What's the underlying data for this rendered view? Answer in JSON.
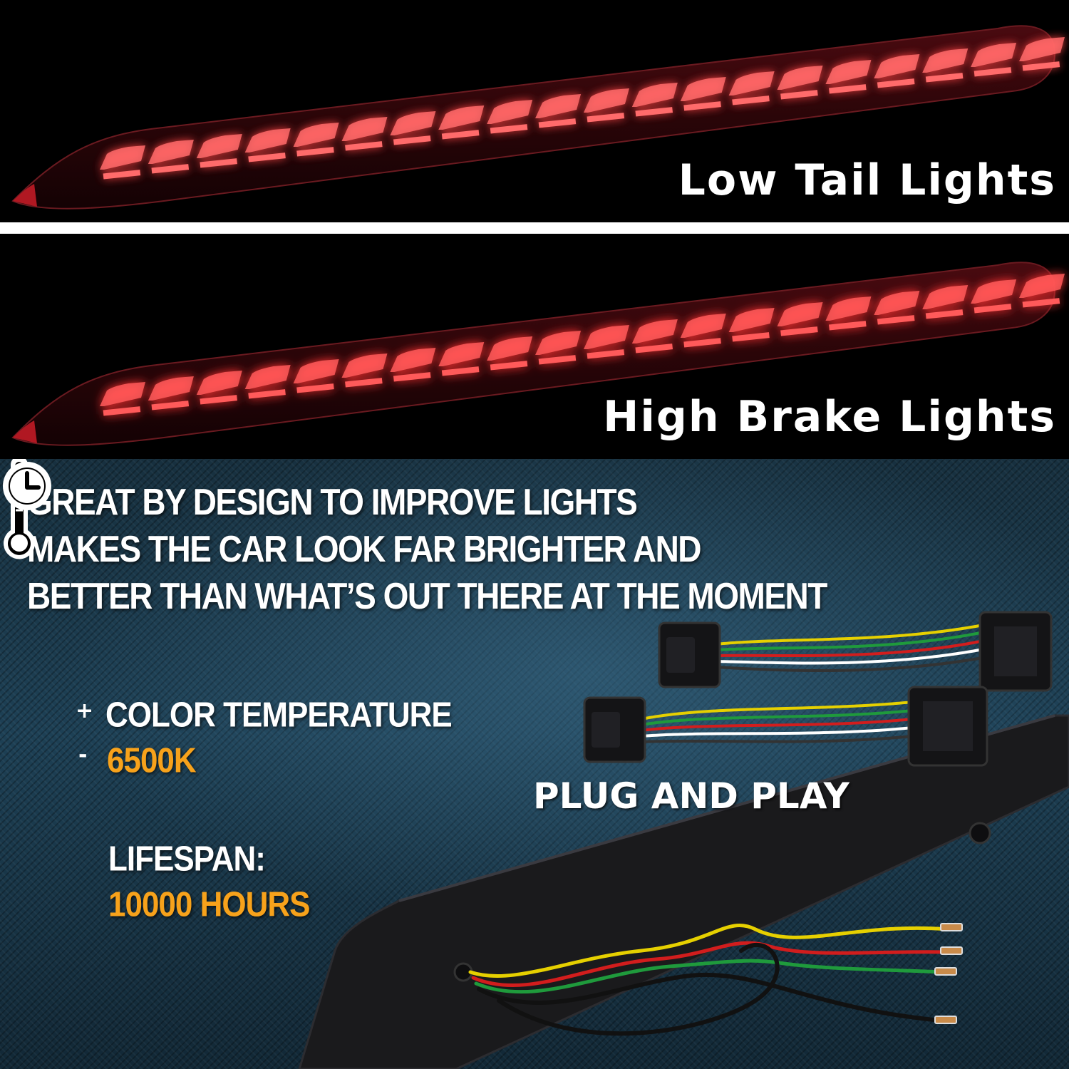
{
  "panels": {
    "low_caption": "Low Tail Lights",
    "high_caption": "High Brake Lights"
  },
  "features": {
    "headline_line1": "GREAT BY DESIGN TO IMPROVE LIGHTS",
    "headline_line2": "MAKES THE CAR LOOK FAR BRIGHTER AND",
    "headline_line3": "BETTER THAN WHAT’S OUT THERE AT THE MOMENT",
    "plus_sign": "+",
    "minus_sign": "-",
    "color_temp_label": "COLOR TEMPERATURE",
    "color_temp_value": "6500K",
    "lifespan_label": "LIFESPAN:",
    "lifespan_value": "10000 HOURS",
    "plug_play": "PLUG AND PLAY"
  },
  "icons": {
    "thermometer": "thermometer-icon",
    "clock": "clock-icon"
  },
  "colors": {
    "accent_orange": "#f7a21b",
    "led_red": "#ff3b3b",
    "housing_dark_red": "#2a0508"
  }
}
